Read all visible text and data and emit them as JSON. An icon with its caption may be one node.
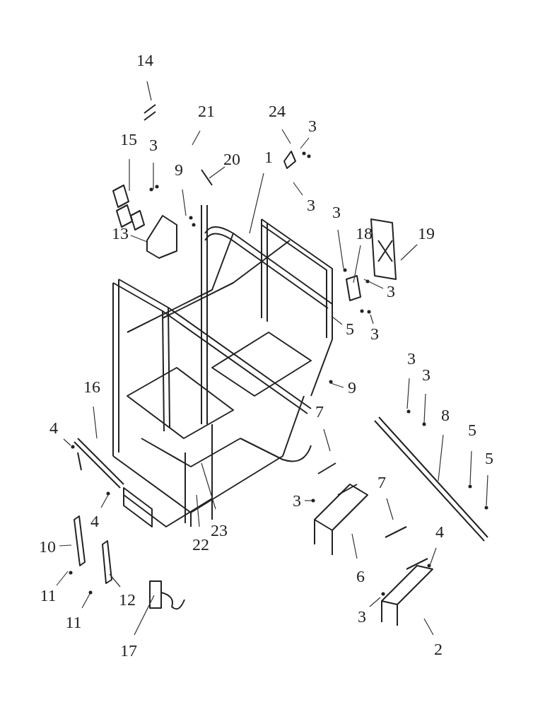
{
  "diagram": {
    "nodes": [
      {
        "text": [
          "14"
        ]
      },
      {
        "text": [
          "21"
        ]
      },
      {
        "text": [
          "24"
        ]
      },
      {
        "text": [
          "3"
        ]
      },
      {
        "text": [
          "20"
        ]
      },
      {
        "text": [
          "1"
        ]
      },
      {
        "text": [
          "15"
        ]
      },
      {
        "text": [
          "3"
        ]
      },
      {
        "text": [
          "9"
        ]
      },
      {
        "text": [
          "3"
        ]
      },
      {
        "text": [
          "13"
        ]
      },
      {
        "text": [
          "3"
        ]
      },
      {
        "text": [
          "18"
        ]
      },
      {
        "text": [
          "19"
        ]
      },
      {
        "text": [
          "3"
        ]
      },
      {
        "text": [
          "5"
        ]
      },
      {
        "text": [
          "3"
        ]
      },
      {
        "text": [
          "3"
        ]
      },
      {
        "text": [
          "3"
        ]
      },
      {
        "text": [
          "9"
        ]
      },
      {
        "text": [
          "16"
        ]
      },
      {
        "text": [
          "8"
        ]
      },
      {
        "text": [
          "4"
        ]
      },
      {
        "text": [
          "5"
        ]
      },
      {
        "text": [
          "5"
        ]
      },
      {
        "text": [
          "7"
        ]
      },
      {
        "text": [
          "3"
        ]
      },
      {
        "text": [
          "4"
        ]
      },
      {
        "text": [
          "7"
        ]
      },
      {
        "text": [
          "23"
        ]
      },
      {
        "text": [
          "22"
        ]
      },
      {
        "text": [
          "10"
        ]
      },
      {
        "text": [
          "6"
        ]
      },
      {
        "text": [
          "4"
        ]
      },
      {
        "text": [
          "11"
        ]
      },
      {
        "text": [
          "12"
        ]
      },
      {
        "text": [
          "3"
        ]
      },
      {
        "text": [
          "11"
        ]
      },
      {
        "text": [
          "17"
        ]
      },
      {
        "text": [
          "2"
        ]
      }
    ],
    "edges": [
      {
        "from": 0,
        "to": null,
        "arrow": "none"
      },
      {
        "from": 1,
        "to": null,
        "arrow": "none"
      },
      {
        "from": 2,
        "to": null,
        "arrow": "none"
      },
      {
        "from": 3,
        "to": null,
        "arrow": "none"
      },
      {
        "from": 4,
        "to": null,
        "arrow": "none"
      },
      {
        "from": 5,
        "to": null,
        "arrow": "none"
      },
      {
        "from": 6,
        "to": null,
        "arrow": "none"
      },
      {
        "from": 7,
        "to": null,
        "arrow": "none"
      },
      {
        "from": 8,
        "to": null,
        "arrow": "none"
      },
      {
        "from": 9,
        "to": null,
        "arrow": "none"
      },
      {
        "from": 10,
        "to": null,
        "arrow": "none"
      },
      {
        "from": 11,
        "to": null,
        "arrow": "none"
      },
      {
        "from": 12,
        "to": null,
        "arrow": "none"
      },
      {
        "from": 13,
        "to": null,
        "arrow": "none"
      },
      {
        "from": 14,
        "to": null,
        "arrow": "none"
      },
      {
        "from": 15,
        "to": null,
        "arrow": "none"
      },
      {
        "from": 16,
        "to": null,
        "arrow": "none"
      },
      {
        "from": 17,
        "to": null,
        "arrow": "none"
      },
      {
        "from": 18,
        "to": null,
        "arrow": "none"
      },
      {
        "from": 19,
        "to": null,
        "arrow": "none"
      },
      {
        "from": 20,
        "to": null,
        "arrow": "none"
      },
      {
        "from": 21,
        "to": null,
        "arrow": "none"
      },
      {
        "from": 22,
        "to": null,
        "arrow": "none"
      },
      {
        "from": 23,
        "to": null,
        "arrow": "none"
      },
      {
        "from": 24,
        "to": null,
        "arrow": "none"
      },
      {
        "from": 25,
        "to": null,
        "arrow": "none"
      },
      {
        "from": 26,
        "to": null,
        "arrow": "none"
      },
      {
        "from": 27,
        "to": null,
        "arrow": "none"
      },
      {
        "from": 28,
        "to": null,
        "arrow": "none"
      },
      {
        "from": 29,
        "to": null,
        "arrow": "none"
      },
      {
        "from": 30,
        "to": null,
        "arrow": "none"
      },
      {
        "from": 31,
        "to": null,
        "arrow": "none"
      },
      {
        "from": 32,
        "to": null,
        "arrow": "none"
      },
      {
        "from": 33,
        "to": null,
        "arrow": "none"
      },
      {
        "from": 34,
        "to": null,
        "arrow": "none"
      },
      {
        "from": 35,
        "to": null,
        "arrow": "none"
      },
      {
        "from": 36,
        "to": null,
        "arrow": "none"
      },
      {
        "from": 37,
        "to": null,
        "arrow": "none"
      },
      {
        "from": 38,
        "to": null,
        "arrow": "none"
      },
      {
        "from": 39,
        "to": null,
        "arrow": "none"
      }
    ]
  }
}
